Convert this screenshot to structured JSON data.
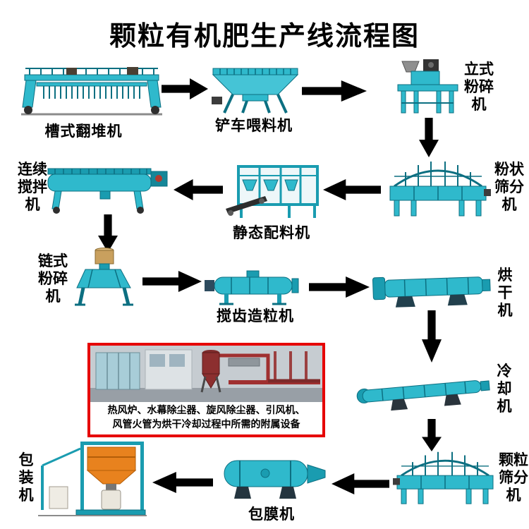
{
  "title": "颗粒有机肥生产线流程图",
  "machines": {
    "trough_turner": "槽式翻堆机",
    "loader_feeder": "铲车喂料机",
    "vertical_crusher": "立式粉碎机",
    "powder_screener": "粉状筛分机",
    "static_batcher": "静态配料机",
    "continuous_mixer": "连续搅拌机",
    "chain_crusher": "链式粉碎机",
    "paddle_granulator": "搅齿造粒机",
    "dryer": "烘干机",
    "cooler": "冷却机",
    "granule_screener": "颗粒筛分机",
    "coating_machine": "包膜机",
    "packing_machine": "包装机"
  },
  "inset": {
    "caption_line1": "热风炉、水幕除尘器、旋风除尘器、引风机、",
    "caption_line2": "风管火管为烘干冷却过程中所需的附属设备"
  },
  "colors": {
    "machine_teal": "#2fb9cc",
    "arrow_black": "#000000",
    "inset_border_red": "#e60000",
    "hopper_orange": "#e8821e",
    "background": "#ffffff"
  }
}
